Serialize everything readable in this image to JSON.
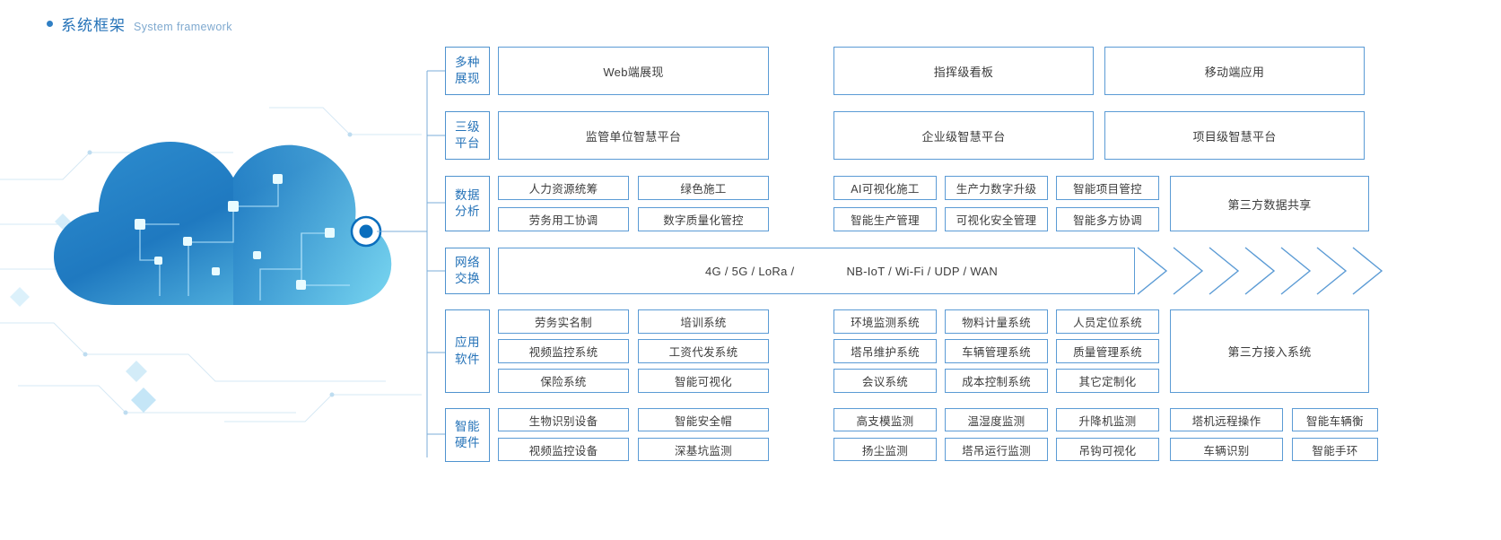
{
  "header": {
    "title_cn": "系统框架",
    "title_en": "System framework",
    "bullet_icon": "dot-icon",
    "accent_color": "#2673b8"
  },
  "artwork": {
    "name": "cloud-illustration",
    "caption": "",
    "colors": {
      "cloud_light": "#5fc6e8",
      "cloud_dark": "#1f6fb4",
      "node": "#0a6ebd"
    }
  },
  "diagram": {
    "line_color": "#5b9bd5",
    "label_color": "#2673b8",
    "rows": [
      {
        "id": "presentation",
        "category": [
          "多种",
          "展现"
        ],
        "groups": [
          {
            "id": "left",
            "cells": [
              [
                "Web端展现"
              ]
            ]
          },
          {
            "id": "mid",
            "cells": [
              [
                "指挥级看板"
              ]
            ]
          },
          {
            "id": "right",
            "cells": [
              [
                "移动端应用"
              ]
            ]
          }
        ]
      },
      {
        "id": "three-tier-platform",
        "category": [
          "三级",
          "平台"
        ],
        "groups": [
          {
            "id": "left",
            "cells": [
              [
                "监管单位智慧平台"
              ]
            ]
          },
          {
            "id": "mid",
            "cells": [
              [
                "企业级智慧平台"
              ]
            ]
          },
          {
            "id": "right",
            "cells": [
              [
                "项目级智慧平台"
              ]
            ]
          }
        ]
      },
      {
        "id": "data-analysis",
        "category": [
          "数据",
          "分析"
        ],
        "groups": [
          {
            "id": "left",
            "cells": [
              [
                "人力资源统筹",
                "绿色施工"
              ],
              [
                "劳务用工协调",
                "数字质量化管控"
              ]
            ]
          },
          {
            "id": "mid",
            "cells": [
              [
                "AI可视化施工",
                "生产力数字升级",
                "智能项目管控"
              ],
              [
                "智能生产管理",
                "可视化安全管理",
                "智能多方协调"
              ]
            ]
          },
          {
            "id": "right",
            "cells": [
              [
                "第三方数据共享"
              ]
            ]
          }
        ]
      },
      {
        "id": "network-exchange",
        "category": [
          "网络",
          "交换"
        ],
        "banner": [
          "4G / 5G / LoRa /",
          "NB-IoT / Wi-Fi / UDP / WAN"
        ],
        "chevron_count": 7
      },
      {
        "id": "application-software",
        "category": [
          "应用",
          "软件"
        ],
        "groups": [
          {
            "id": "left",
            "cells": [
              [
                "劳务实名制",
                "培训系统"
              ],
              [
                "视频监控系统",
                "工资代发系统"
              ],
              [
                "保险系统",
                "智能可视化"
              ]
            ]
          },
          {
            "id": "mid",
            "cells": [
              [
                "环境监测系统",
                "物料计量系统",
                "人员定位系统"
              ],
              [
                "塔吊维护系统",
                "车辆管理系统",
                "质量管理系统"
              ],
              [
                "会议系统",
                "成本控制系统",
                "其它定制化"
              ]
            ]
          },
          {
            "id": "right",
            "cells": [
              [
                "第三方接入系统"
              ]
            ]
          }
        ]
      },
      {
        "id": "smart-hardware",
        "category": [
          "智能",
          "硬件"
        ],
        "groups": [
          {
            "id": "left",
            "cells": [
              [
                "生物识别设备",
                "智能安全帽"
              ],
              [
                "视频监控设备",
                "深基坑监测"
              ]
            ]
          },
          {
            "id": "mid",
            "cells": [
              [
                "高支模监测",
                "温湿度监测",
                "升降机监测"
              ],
              [
                "扬尘监测",
                "塔吊运行监测",
                "吊钩可视化"
              ]
            ]
          },
          {
            "id": "far",
            "cells": [
              [
                "塔机远程操作",
                "智能车辆衡"
              ],
              [
                "车辆识别",
                "智能手环"
              ]
            ]
          }
        ]
      }
    ]
  }
}
